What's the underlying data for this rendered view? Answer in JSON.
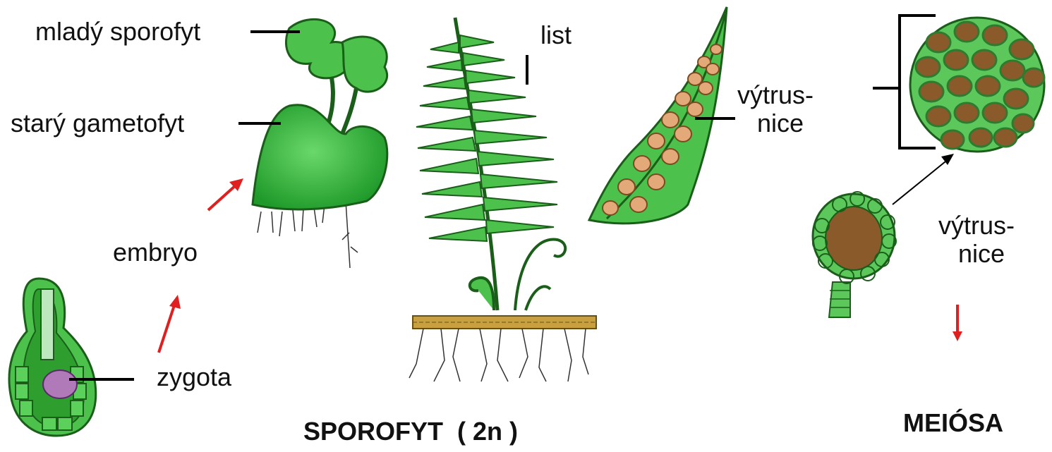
{
  "labels": {
    "mlady_sporofyt": "mladý sporofyt",
    "stary_gametofyt": "starý gametofyt",
    "embryo": "embryo",
    "zygota": "zygota",
    "list": "list",
    "vytrusnice_1_line1": "výtrus-",
    "vytrusnice_1_line2": "nice",
    "vytrusnice_2_line1": "výtrus-",
    "vytrusnice_2_line2": "nice"
  },
  "captions": {
    "sporofyt": "SPOROFYT  ( 2n )",
    "meiosa": "MEIÓSA"
  },
  "colors": {
    "plant_green": "#3fbf3f",
    "plant_dark": "#1f7a1f",
    "spore_brown": "#8a5a2b",
    "sorus_tan": "#e3a978",
    "arrow_red": "#e02020",
    "soil": "#c8a040"
  }
}
